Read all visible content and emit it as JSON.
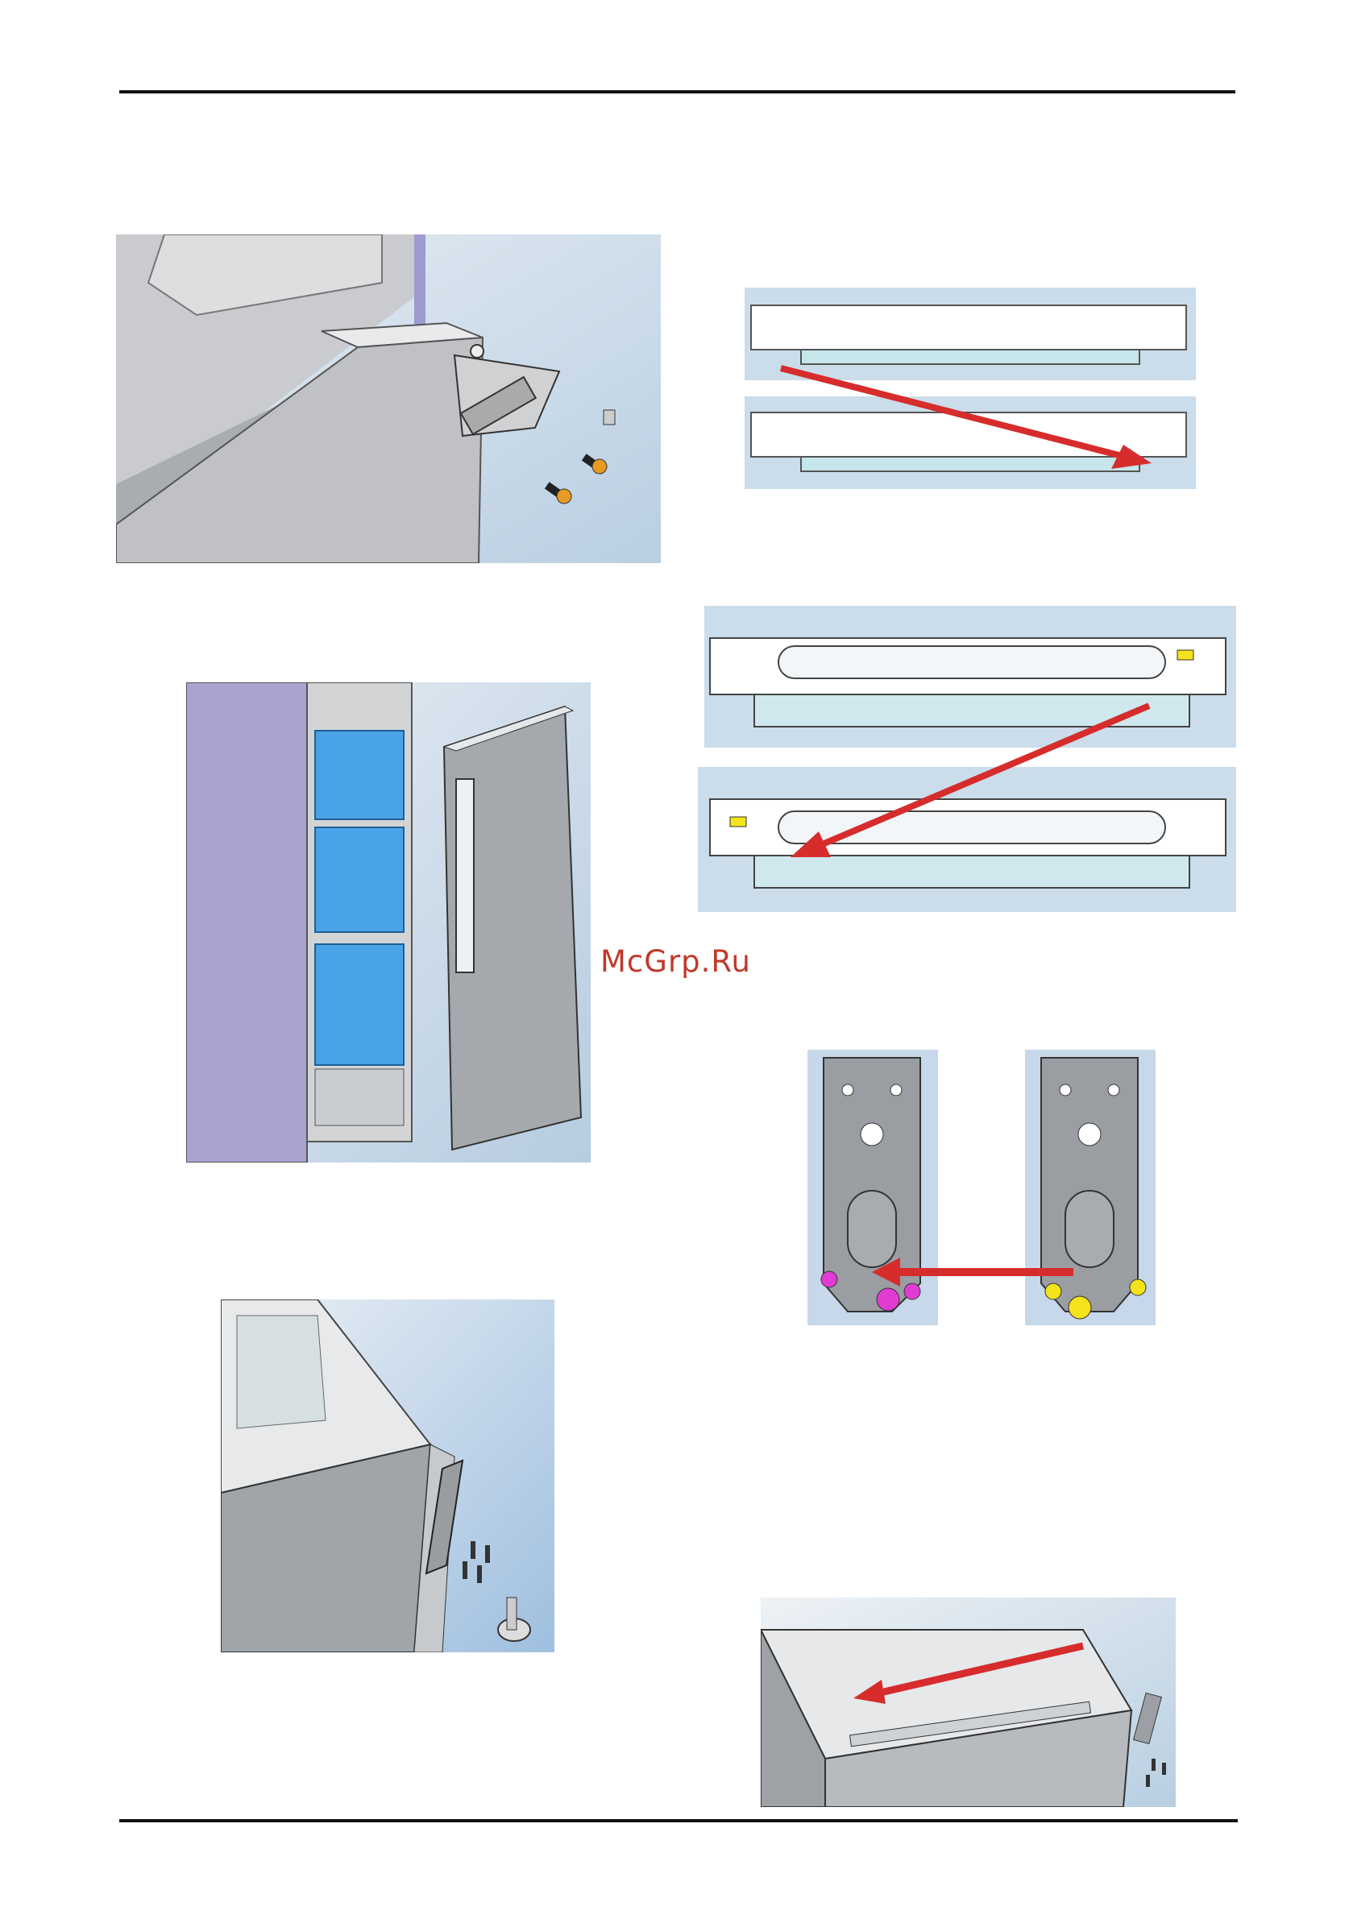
{
  "watermark": "McGrp.Ru",
  "figures": [
    {
      "id": "hinge-removal",
      "depicts": "top-hinge-icon"
    },
    {
      "id": "door-removed",
      "depicts": "door-icon"
    },
    {
      "id": "hinge-install",
      "depicts": "bottom-hinge-icon"
    },
    {
      "id": "door-top-panel-swap",
      "depicts": "panel-icon"
    },
    {
      "id": "door-top-hinge-swap",
      "depicts": "panel-icon"
    },
    {
      "id": "hinge-bracket-move",
      "depicts": "bracket-icon"
    },
    {
      "id": "cabinet-top-cover",
      "depicts": "cover-icon"
    }
  ],
  "colors": {
    "arrow": "#d62c2c",
    "sky": "#c6d8e8",
    "cabinet": "#a9a4cf",
    "shelves": "#4aa3e6",
    "screw_magenta": "#e13cd2",
    "screw_yellow": "#f4e21a"
  }
}
